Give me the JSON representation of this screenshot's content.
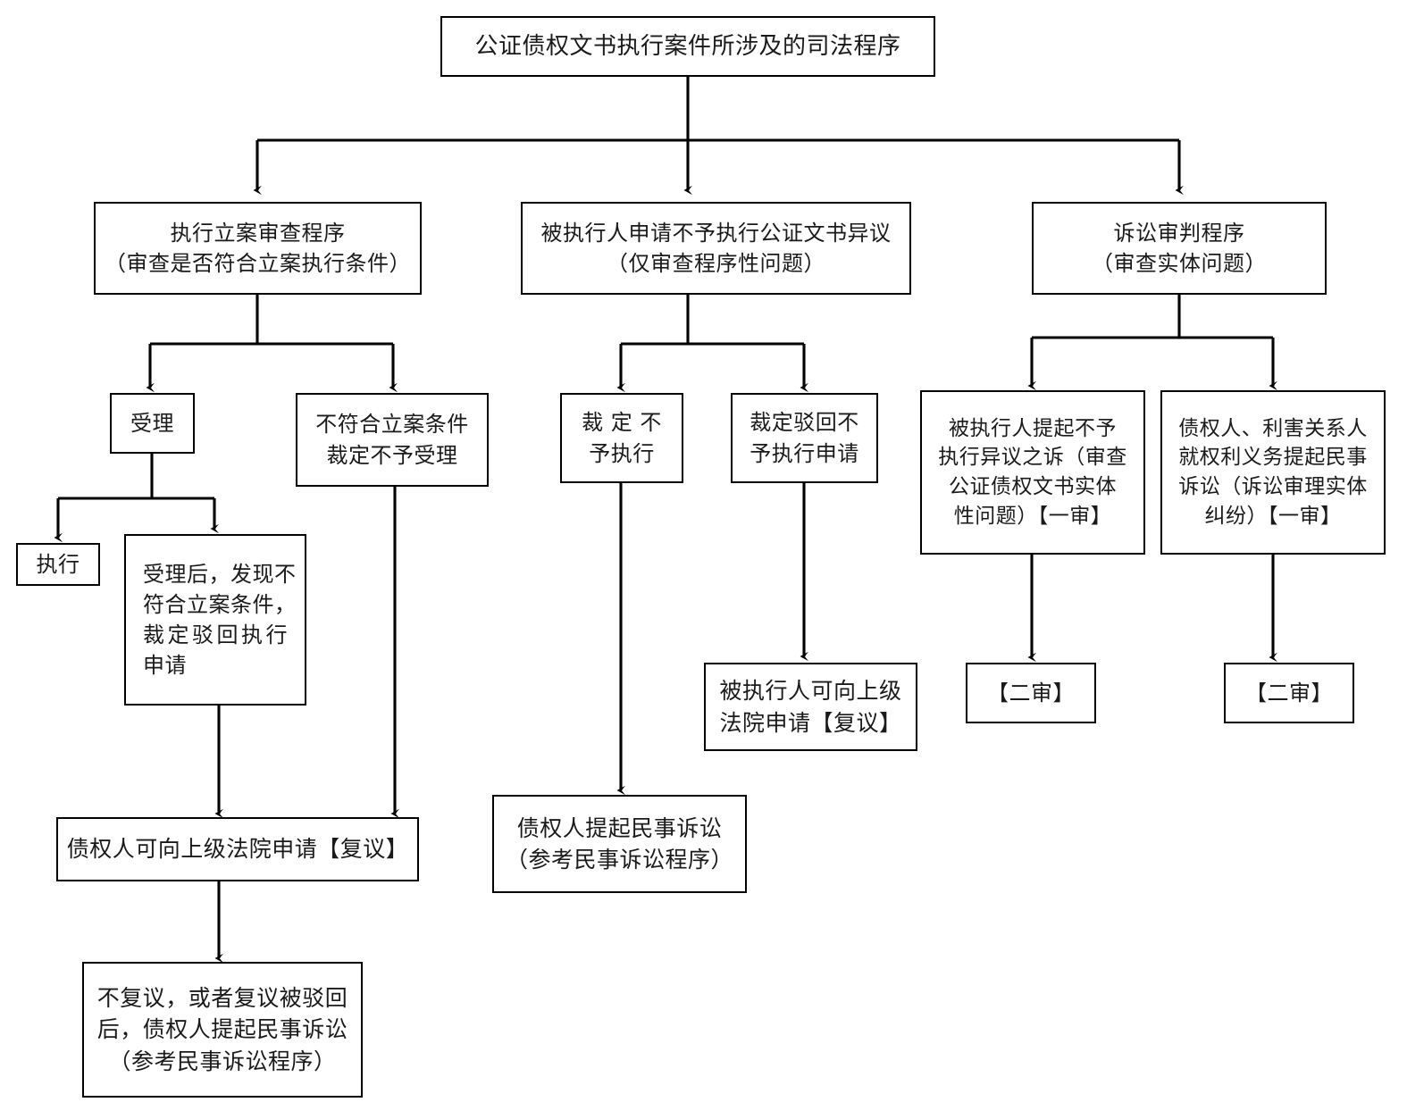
{
  "diagram": {
    "title": "公证债权文书执行案件所涉及的司法程序",
    "type": "flowchart",
    "orientation": "top-down",
    "nodes": {
      "root": {
        "id": "root",
        "text": "公证债权文书执行案件所涉及的司法程序",
        "lines": [
          "公证债权文书执行案件所涉及的司法程序"
        ]
      },
      "branch_left": {
        "id": "branch_left",
        "lines": [
          "执行立案审查程序",
          "（审查是否符合立案执行条件）"
        ]
      },
      "branch_mid": {
        "id": "branch_mid",
        "lines": [
          "被执行人申请不予执行公证文书异议",
          "（仅审查程序性问题）"
        ]
      },
      "branch_right": {
        "id": "branch_right",
        "lines": [
          "诉讼审判程序",
          "（审查实体问题）"
        ]
      },
      "accept": {
        "id": "accept",
        "lines": [
          "受理"
        ]
      },
      "not_qualified": {
        "id": "not_qualified",
        "lines": [
          "不符合立案条件",
          "裁定不予受理"
        ]
      },
      "enforce": {
        "id": "enforce",
        "lines": [
          "执行"
        ]
      },
      "dismiss_after_accept": {
        "id": "dismiss_after_accept",
        "lines": [
          "受理后，发现不",
          "符合立案条件，",
          "裁定驳回执行",
          "申请"
        ]
      },
      "creditor_review": {
        "id": "creditor_review",
        "lines": [
          "债权人可向上级法院申请【复议】"
        ]
      },
      "creditor_civil_suit": {
        "id": "creditor_civil_suit",
        "lines": [
          "不复议，或者复议被驳回",
          "后，债权人提起民事诉讼",
          "（参考民事诉讼程序）"
        ]
      },
      "ruling_no_enforce": {
        "id": "ruling_no_enforce",
        "lines": [
          "裁 定 不",
          "予执行"
        ]
      },
      "ruling_reject_application": {
        "id": "ruling_reject_application",
        "lines": [
          "裁定驳回不",
          "予执行申请"
        ]
      },
      "creditor_suit_mid": {
        "id": "creditor_suit_mid",
        "lines": [
          "债权人提起民事诉讼",
          "（参考民事诉讼程序）"
        ]
      },
      "debtor_review": {
        "id": "debtor_review",
        "lines": [
          "被执行人可向上级",
          "法院申请【复议】"
        ]
      },
      "objection_suit": {
        "id": "objection_suit",
        "lines": [
          "被执行人提起不予",
          "执行异议之诉（审查",
          "公证债权文书实体",
          "性问题）【一审】"
        ]
      },
      "rights_suit": {
        "id": "rights_suit",
        "lines": [
          "债权人、利害关系人",
          "就权利义务提起民事",
          "诉讼（诉讼审理实体",
          "纠纷）【一审】"
        ]
      },
      "second_trial_left": {
        "id": "second_trial_left",
        "lines": [
          "【二审】"
        ]
      },
      "second_trial_right": {
        "id": "second_trial_right",
        "lines": [
          "【二审】"
        ]
      }
    },
    "edges": [
      {
        "from": "root",
        "to": "branch_left"
      },
      {
        "from": "root",
        "to": "branch_mid"
      },
      {
        "from": "root",
        "to": "branch_right"
      },
      {
        "from": "branch_left",
        "to": "accept"
      },
      {
        "from": "branch_left",
        "to": "not_qualified"
      },
      {
        "from": "accept",
        "to": "enforce"
      },
      {
        "from": "accept",
        "to": "dismiss_after_accept"
      },
      {
        "from": "dismiss_after_accept",
        "to": "creditor_review"
      },
      {
        "from": "not_qualified",
        "to": "creditor_review"
      },
      {
        "from": "creditor_review",
        "to": "creditor_civil_suit"
      },
      {
        "from": "branch_mid",
        "to": "ruling_no_enforce"
      },
      {
        "from": "branch_mid",
        "to": "ruling_reject_application"
      },
      {
        "from": "ruling_no_enforce",
        "to": "creditor_suit_mid"
      },
      {
        "from": "ruling_reject_application",
        "to": "debtor_review"
      },
      {
        "from": "branch_right",
        "to": "objection_suit"
      },
      {
        "from": "branch_right",
        "to": "rights_suit"
      },
      {
        "from": "objection_suit",
        "to": "second_trial_left"
      },
      {
        "from": "rights_suit",
        "to": "second_trial_right"
      }
    ],
    "colors": {
      "stroke": "#000000",
      "fill": "#ffffff",
      "text": "#1a1a1a"
    }
  }
}
